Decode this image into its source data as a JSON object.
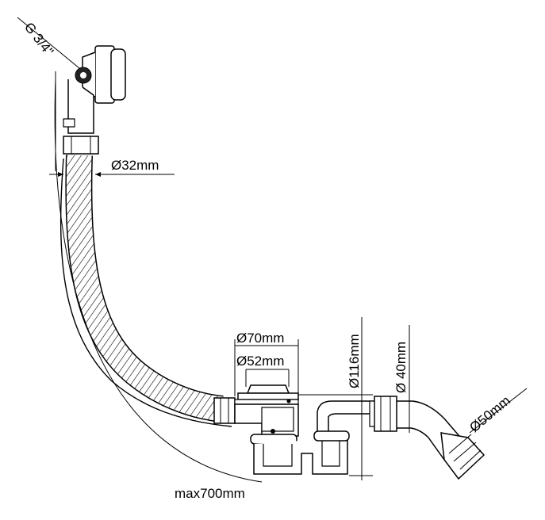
{
  "labels": {
    "thread": "G 3/4\"",
    "hose_diameter": "Ø32mm",
    "outer_flange_diameter": "Ø70mm",
    "drain_opening_diameter": "Ø52mm",
    "trap_height": "Ø116mm",
    "outlet_diameter": "Ø 40mm",
    "pipe_diameter": "Ø50mm",
    "max_length": "max700mm"
  }
}
